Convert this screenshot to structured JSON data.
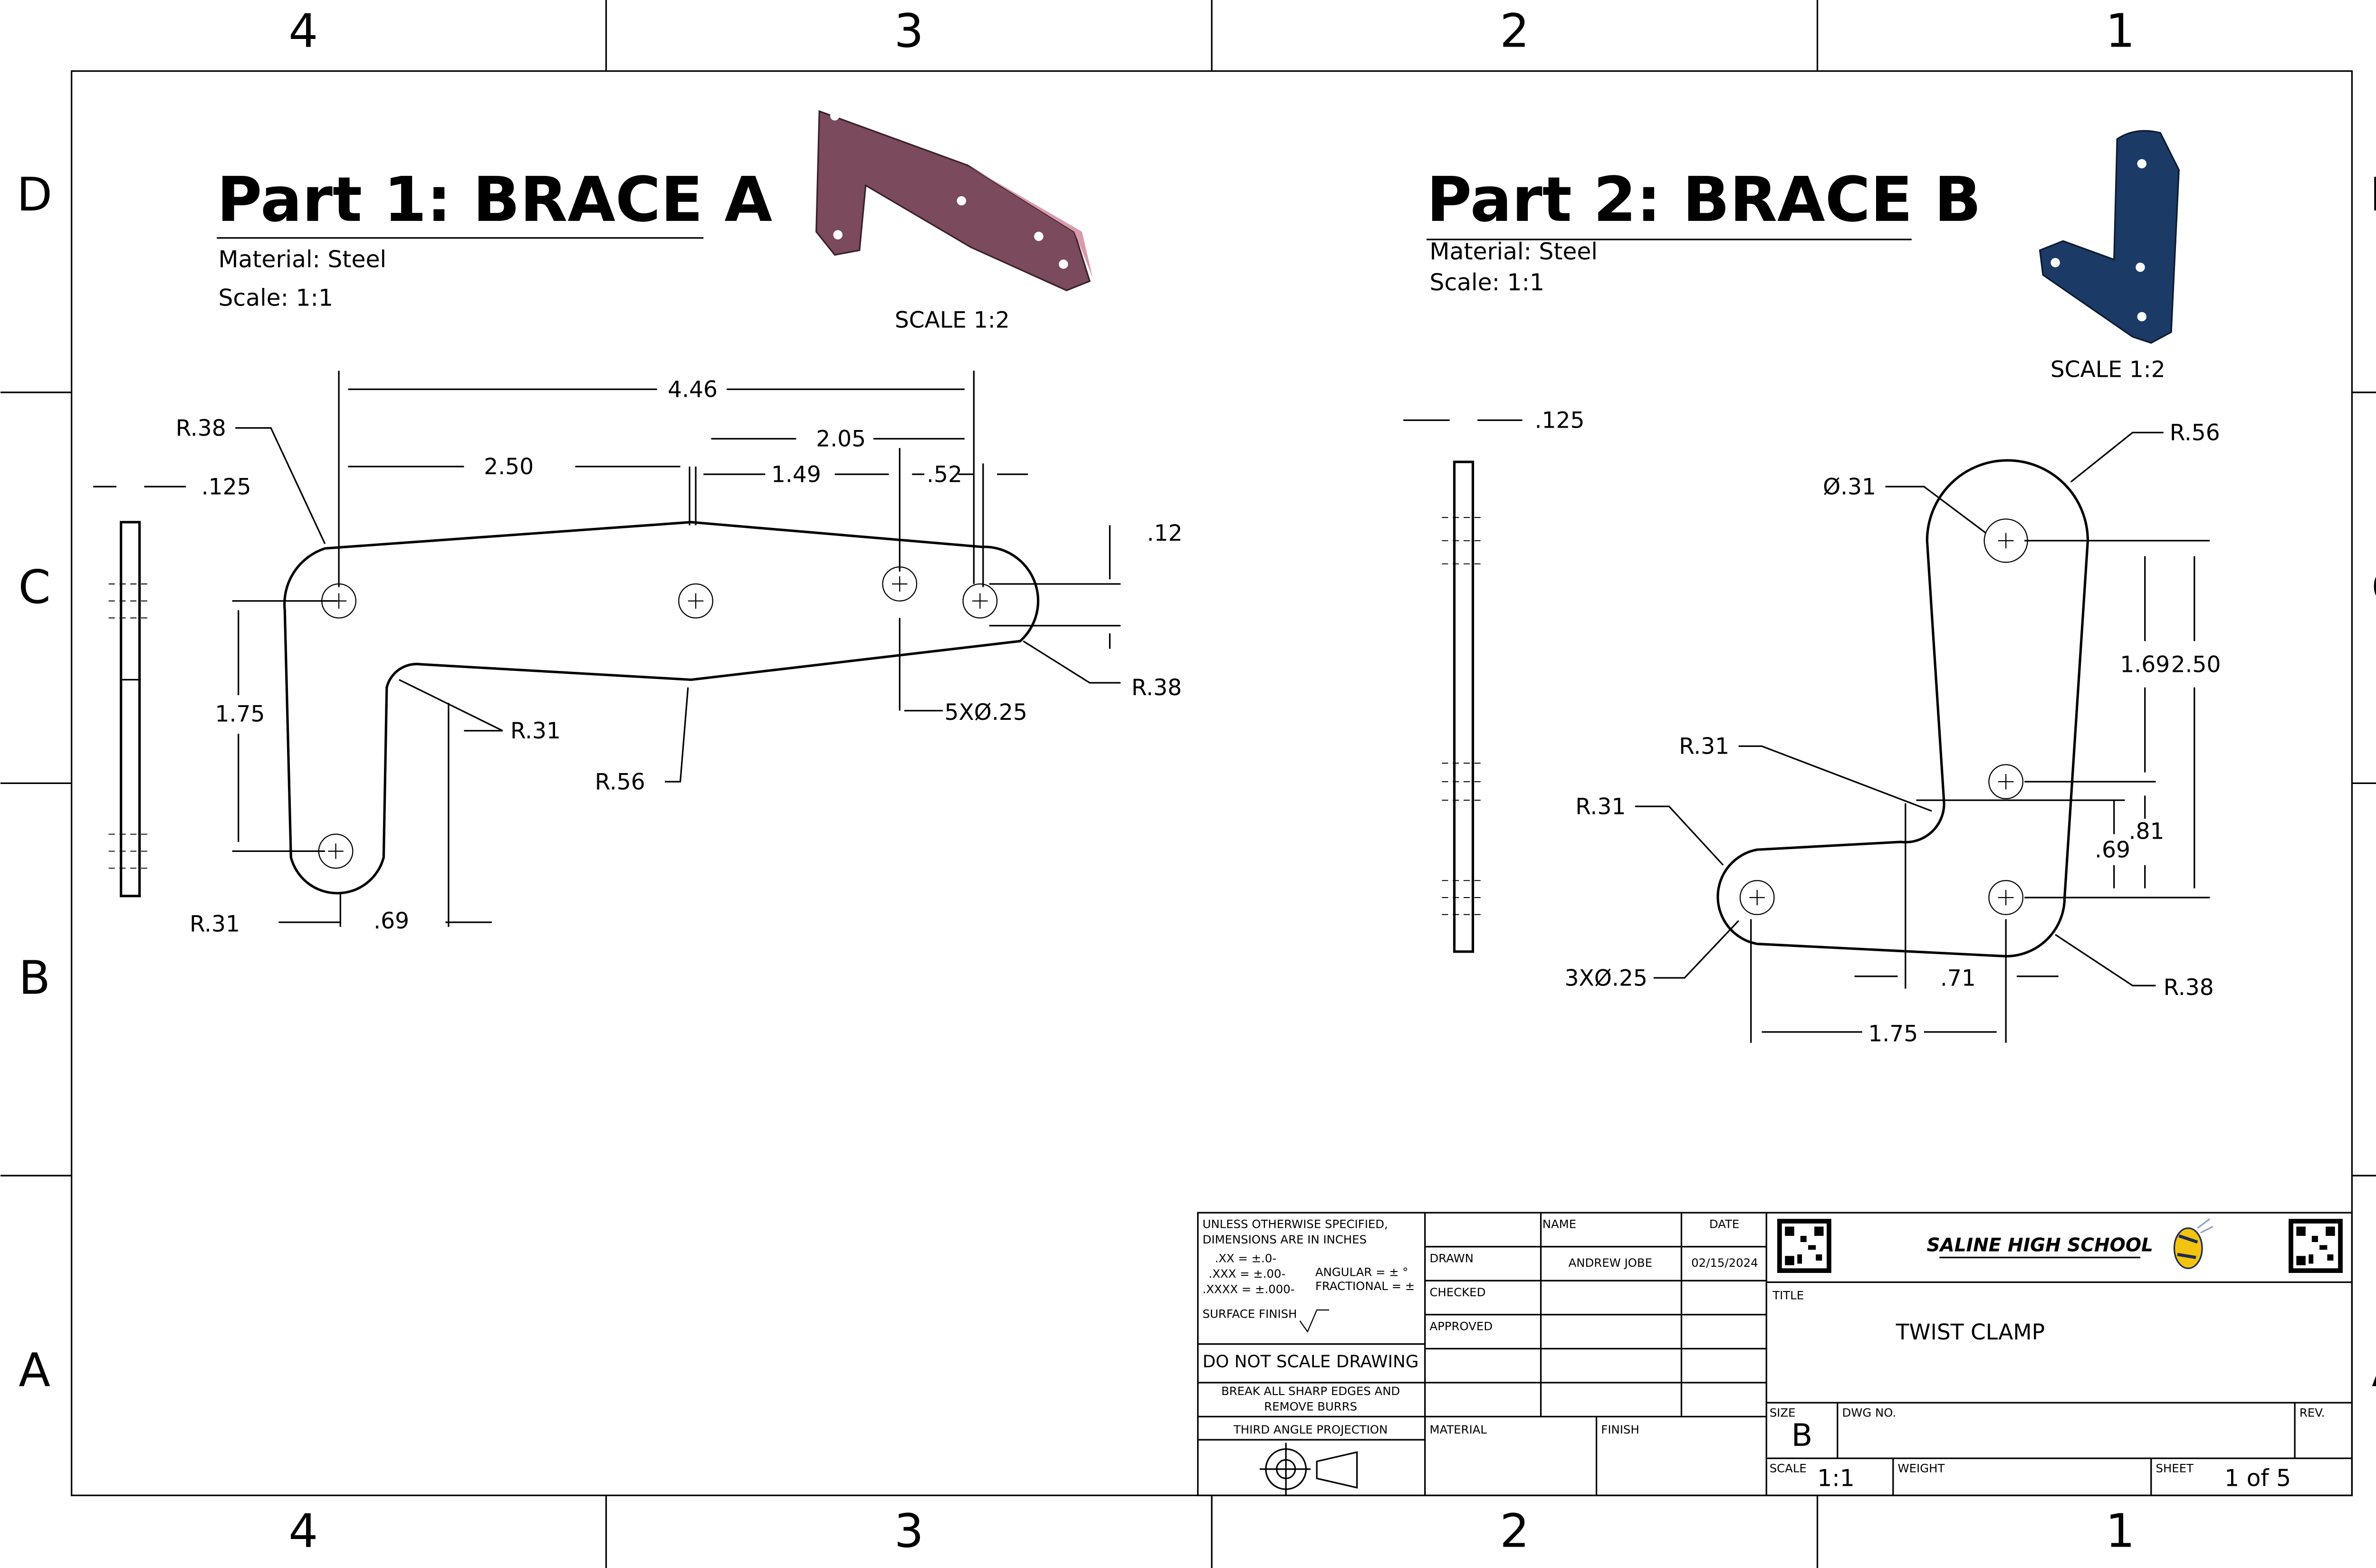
{
  "zones": {
    "columns": [
      "4",
      "3",
      "2",
      "1"
    ],
    "rows": [
      "D",
      "C",
      "B",
      "A"
    ]
  },
  "part1": {
    "title": "Part 1: BRACE A",
    "material": "Material: Steel",
    "scale": "Scale: 1:1",
    "iso_scale": "SCALE 1:2",
    "color": "#7b4a5c",
    "dims": {
      "thk": ".125",
      "overall": "4.46",
      "d250": "2.50",
      "d205": "2.05",
      "d149": "1.49",
      "d052": ".52",
      "d012": ".12",
      "r38a": "R.38",
      "r38b": "R.38",
      "d175": "1.75",
      "r31a": "R.31",
      "r31b": "R.31",
      "r56": "R.56",
      "holes": "5XØ.25",
      "d069": ".69"
    }
  },
  "part2": {
    "title": "Part 2: BRACE B",
    "material": "Material: Steel",
    "scale": "Scale: 1:1",
    "iso_scale": "SCALE 1:2",
    "color": "#1c3a66",
    "dims": {
      "thk": ".125",
      "r56": "R.56",
      "dia31": "Ø.31",
      "d169": "1.69",
      "d250": "2.50",
      "r31a": "R.31",
      "r31b": "R.31",
      "d081": ".81",
      "d069": ".69",
      "holes": "3XØ.25",
      "d071": ".71",
      "r38": "R.38",
      "d175": "1.75"
    }
  },
  "title_block": {
    "notes": [
      "UNLESS OTHERWISE SPECIFIED,",
      "DIMENSIONS ARE IN INCHES"
    ],
    "tol": [
      ".XX = ±.0-",
      ".XXX = ±.00-",
      ".XXXX = ±.000-"
    ],
    "angular": "ANGULAR = ± °",
    "fractional": "FRACTIONAL = ±",
    "surface_finish": "SURFACE FINISH",
    "do_not_scale": "DO NOT SCALE DRAWING",
    "break_edges": [
      "BREAK ALL SHARP EDGES AND",
      "REMOVE BURRS"
    ],
    "projection": "THIRD ANGLE PROJECTION",
    "name_header": "NAME",
    "date_header": "DATE",
    "drawn_label": "DRAWN",
    "drawn_name": "ANDREW JOBE",
    "drawn_date": "02/15/2024",
    "checked_label": "CHECKED",
    "approved_label": "APPROVED",
    "material_label": "MATERIAL",
    "finish_label": "FINISH",
    "school": "SALINE HIGH SCHOOL",
    "title_label": "TITLE",
    "title": "TWIST CLAMP",
    "size_label": "SIZE",
    "size": "B",
    "dwg_no_label": "DWG NO.",
    "rev_label": "REV.",
    "scale_label": "SCALE",
    "scale": "1:1",
    "weight_label": "WEIGHT",
    "sheet_label": "SHEET",
    "sheet": "1 of 5"
  }
}
